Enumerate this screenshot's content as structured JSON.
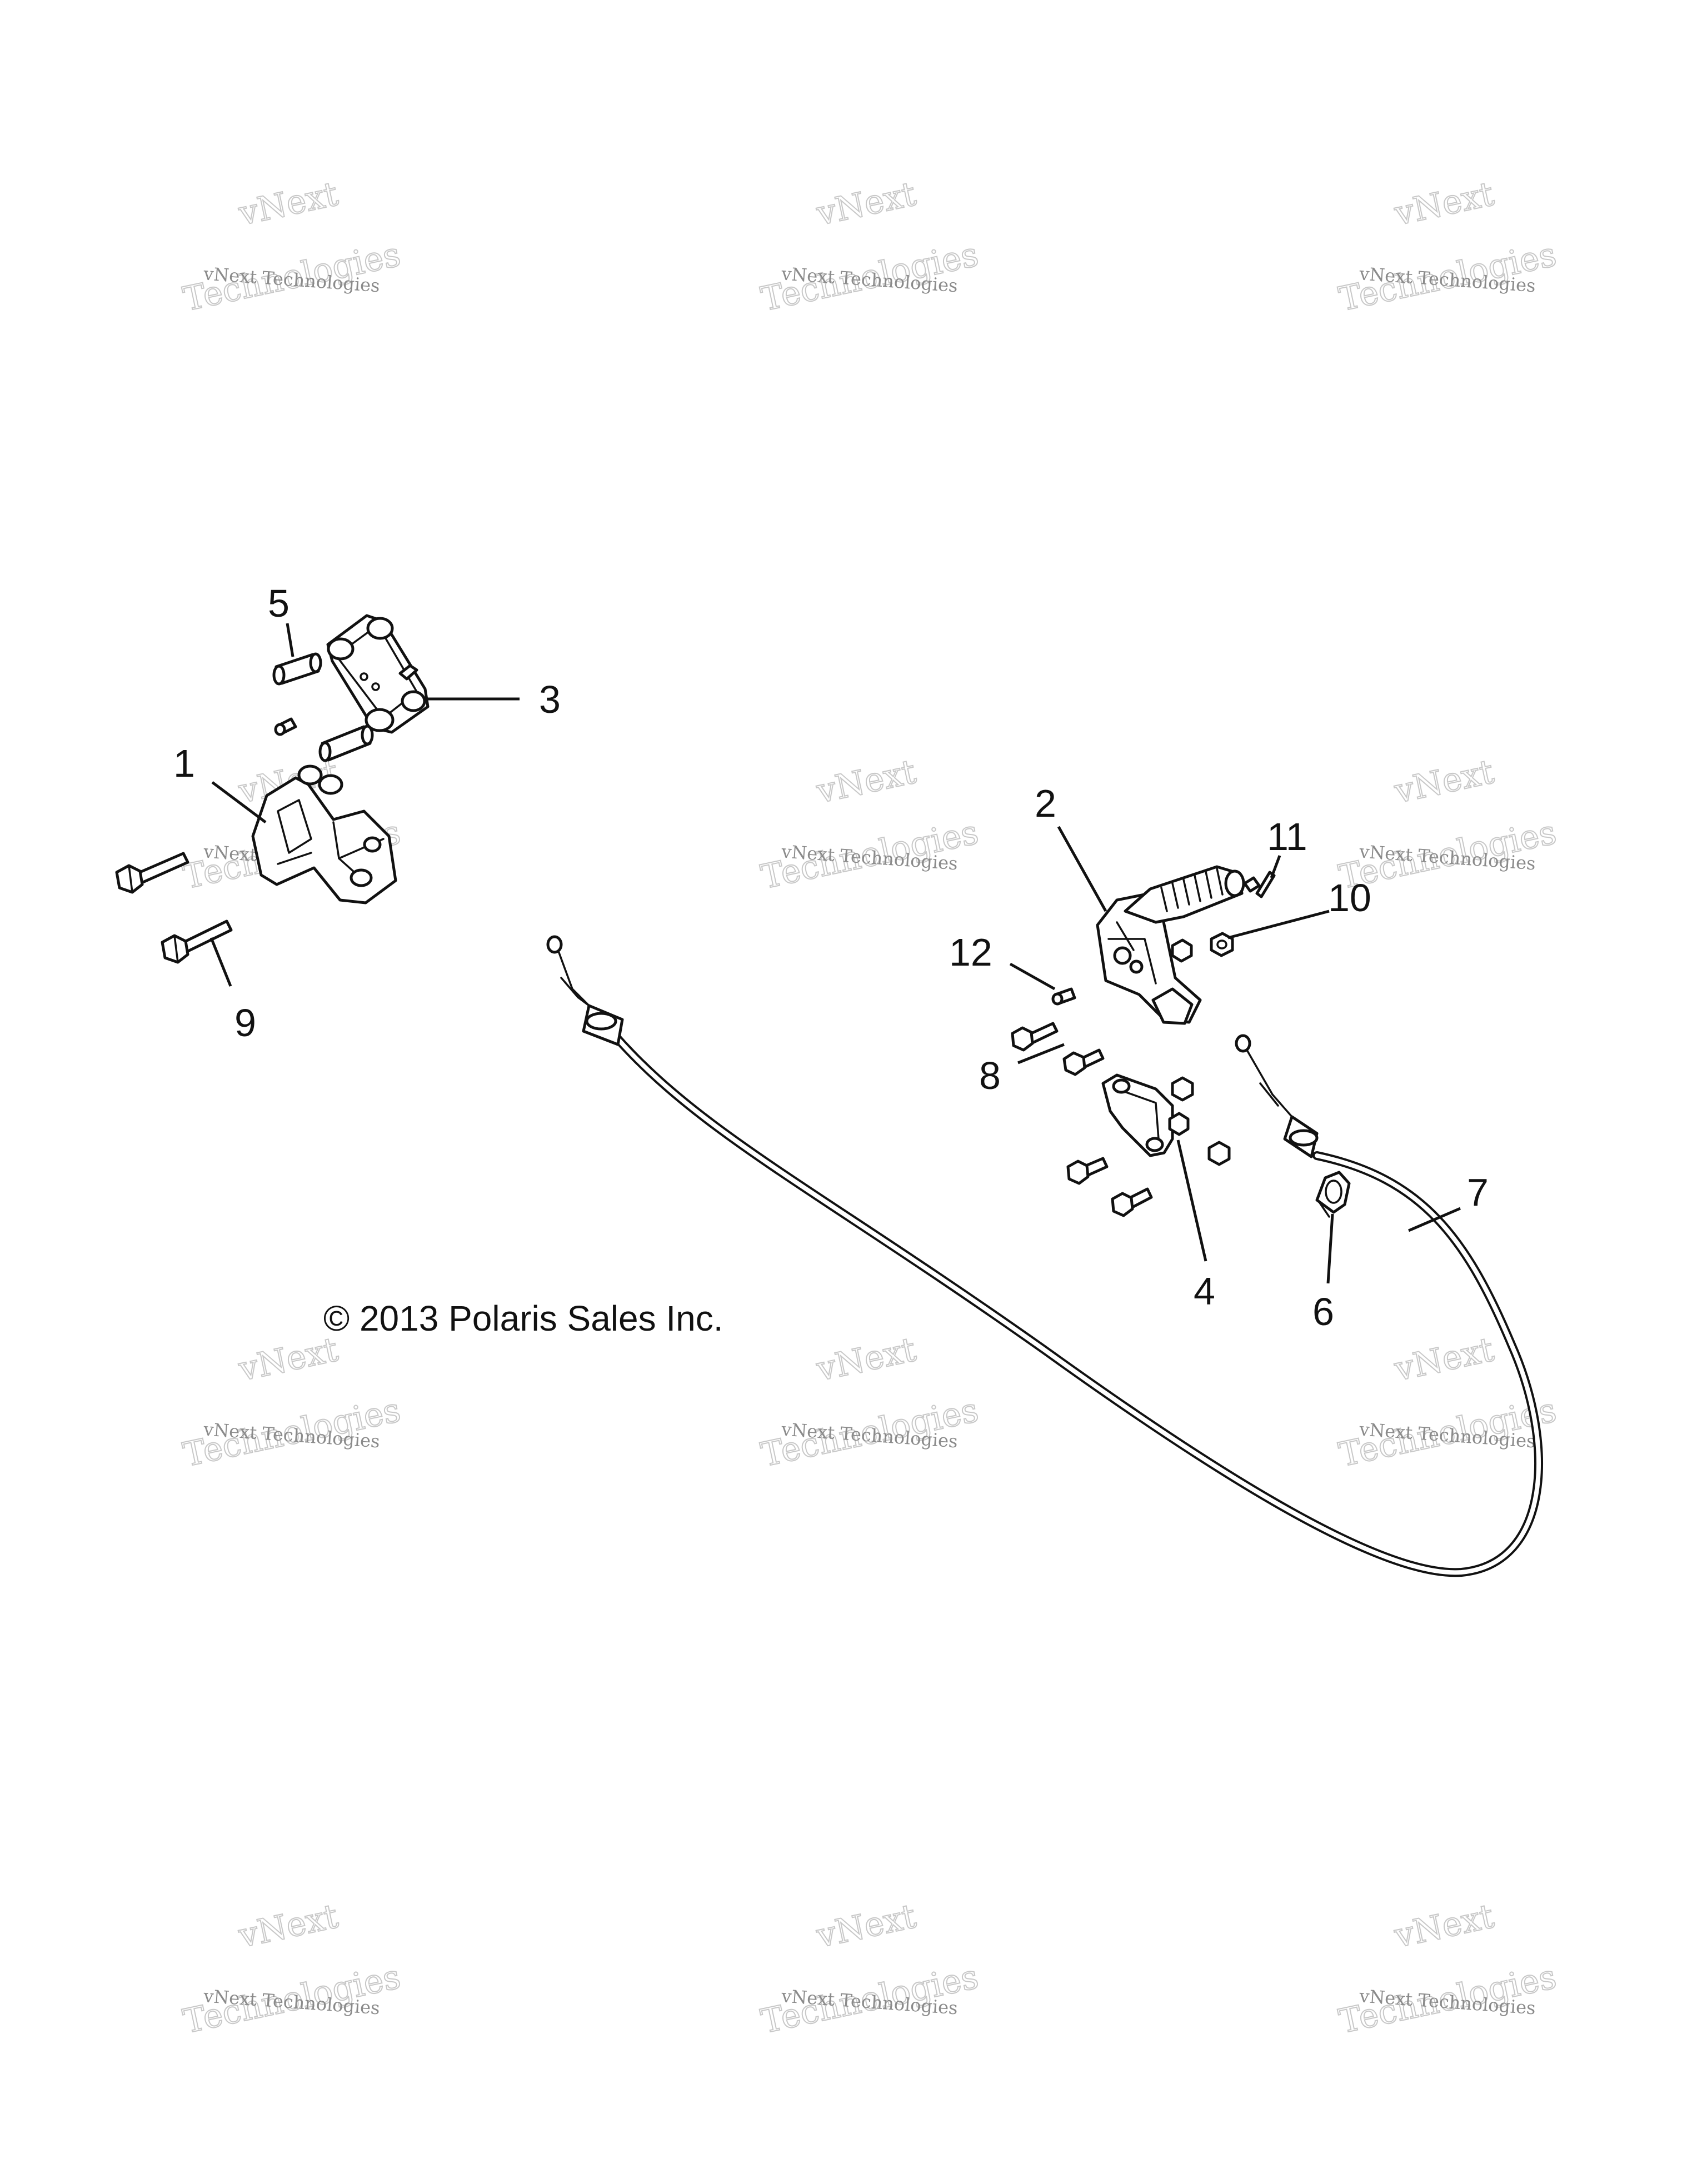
{
  "callouts": [
    "1",
    "2",
    "3",
    "4",
    "5",
    "6",
    "7",
    "8",
    "9",
    "10",
    "11",
    "12"
  ],
  "copyright": "© 2013 Polaris Sales Inc.",
  "watermark": {
    "line_small": "vNext Technologies",
    "line_top": "vNext",
    "line_bottom": "Technologies"
  }
}
